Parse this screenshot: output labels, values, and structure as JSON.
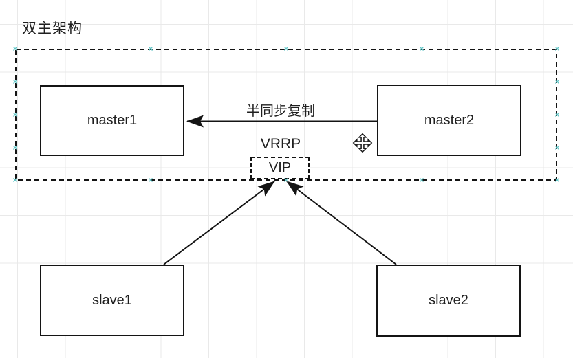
{
  "title": "双主架构",
  "nodes": {
    "master1": {
      "label": "master1"
    },
    "master2": {
      "label": "master2"
    },
    "slave1": {
      "label": "slave1"
    },
    "slave2": {
      "label": "slave2"
    },
    "vip": {
      "label": "VIP"
    }
  },
  "labels": {
    "replication": "半同步复制",
    "vrrp": "VRRP"
  },
  "edges": [
    {
      "from": "master2",
      "to": "master1",
      "label": "半同步复制",
      "style": "solid-arrow"
    },
    {
      "from": "slave1",
      "to": "vip",
      "label": "",
      "style": "solid-arrow"
    },
    {
      "from": "slave2",
      "to": "vip",
      "label": "",
      "style": "solid-arrow"
    }
  ],
  "icons": {
    "handle_glyph": "×",
    "move_cursor": "move-cursor-icon",
    "selection_handle": "x-selection-handle"
  },
  "colors": {
    "stroke": "#141414",
    "text": "#1f1f1f",
    "grid_line": "#e9e9e9",
    "selection_handle": "#62c6c7",
    "shape_fill": "#ffffff"
  }
}
